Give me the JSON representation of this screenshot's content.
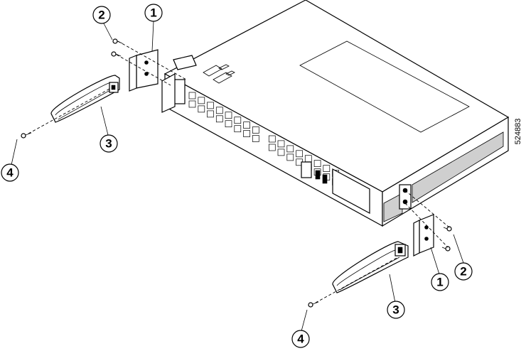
{
  "figure": {
    "id_label": "524883",
    "callouts": [
      {
        "key": "bracket_top",
        "label": "1"
      },
      {
        "key": "screws_top",
        "label": "2"
      },
      {
        "key": "handle_top",
        "label": "3"
      },
      {
        "key": "handle_screw_top",
        "label": "4"
      },
      {
        "key": "bracket_bottom",
        "label": "1"
      },
      {
        "key": "screws_bottom",
        "label": "2"
      },
      {
        "key": "handle_bottom",
        "label": "3"
      },
      {
        "key": "handle_screw_bottom",
        "label": "4"
      }
    ]
  },
  "colors": {
    "line": "#000000",
    "background": "#ffffff",
    "vent_fill": "#cfcfcf"
  }
}
